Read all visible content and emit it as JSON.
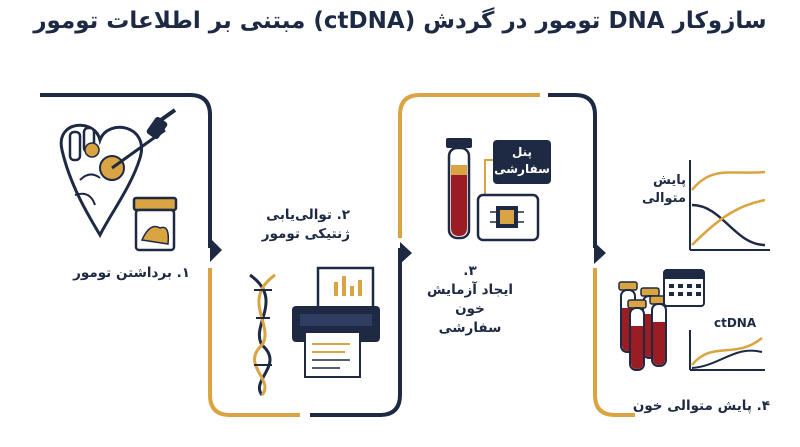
{
  "title": "سازوکار DNA تومور در گردش (ctDNA) مبتنی بر اطلاعات تومور",
  "steps": [
    {
      "label": "۱. برداشتن تومور"
    },
    {
      "label": "۲. توالی‌یابی\nژنتیکی تومور"
    },
    {
      "label": "۳.\nایجاد آزمایش خون\nسفارشی"
    },
    {
      "label": "۴. پایش متوالی خون"
    }
  ],
  "panel_label": "پنل\nسفارشی",
  "chart_label": "پایش\nمتوالی",
  "ctdna_label": "ctDNA",
  "colors": {
    "navy": "#1e2a44",
    "gold": "#d9a441",
    "red": "#9b1c22",
    "cream": "#f3e4c7"
  }
}
